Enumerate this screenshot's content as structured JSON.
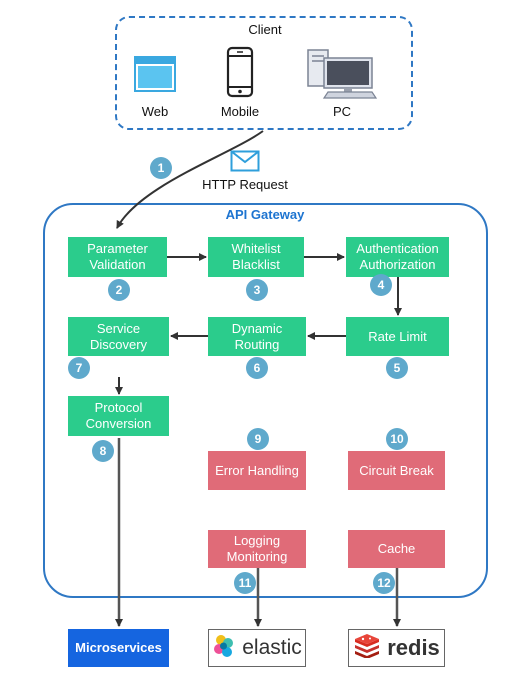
{
  "client": {
    "title": "Client",
    "items": [
      {
        "label": "Web",
        "icon": "browser-window-icon"
      },
      {
        "label": "Mobile",
        "icon": "mobile-phone-icon"
      },
      {
        "label": "PC",
        "icon": "desktop-pc-icon"
      }
    ]
  },
  "request": {
    "label": "HTTP Request",
    "icon": "envelope-icon",
    "step": "1"
  },
  "gateway": {
    "title": "API Gateway",
    "steps": [
      {
        "label": "Parameter\nValidation",
        "num": "2"
      },
      {
        "label": "Whitelist\nBlacklist",
        "num": "3"
      },
      {
        "label": "Authentication\nAuthorization",
        "num": "4"
      },
      {
        "label": "Rate Limit",
        "num": "5"
      },
      {
        "label": "Dynamic\nRouting",
        "num": "6"
      },
      {
        "label": "Service\nDiscovery",
        "num": "7"
      },
      {
        "label": "Protocol\nConversion",
        "num": "8"
      }
    ],
    "cross_cutting": [
      {
        "label": "Error Handling",
        "num": "9"
      },
      {
        "label": "Circuit Break",
        "num": "10"
      },
      {
        "label": "Logging\nMonitoring",
        "num": "11"
      },
      {
        "label": "Cache",
        "num": "12"
      }
    ]
  },
  "targets": {
    "microservices": "Microservices",
    "elastic": "elastic",
    "redis": "redis"
  },
  "colors": {
    "step_green": "#2bcc8c",
    "step_red": "#e06b78",
    "microservices_blue": "#1565e0",
    "badge": "#5fa9cc",
    "border_blue": "#2f78c4"
  }
}
